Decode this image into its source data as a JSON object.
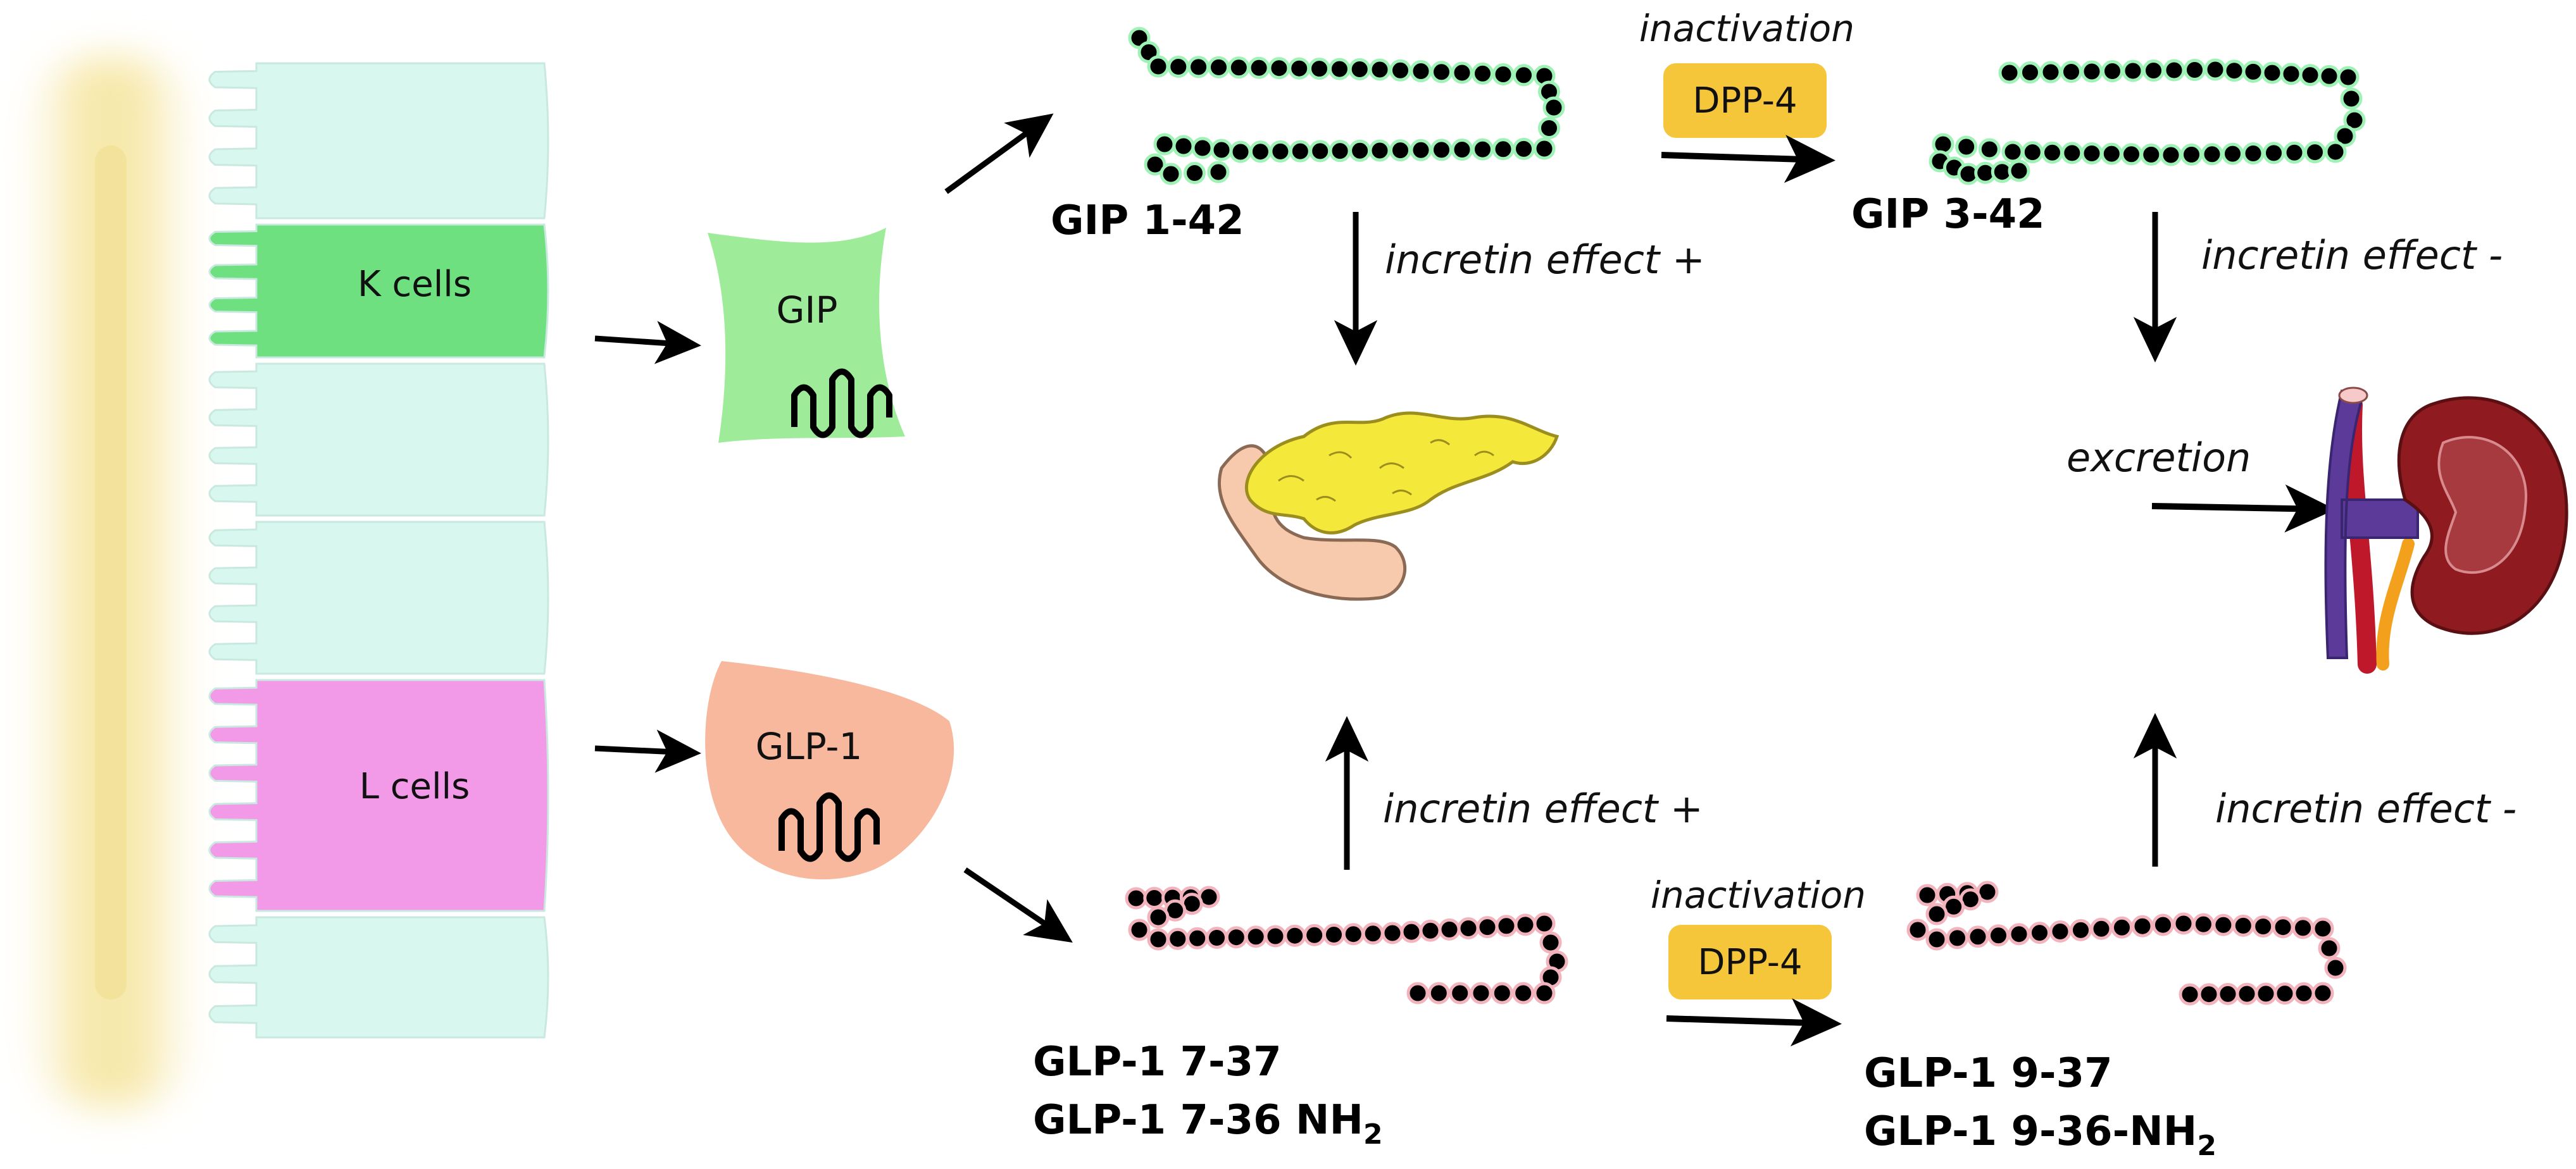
{
  "cells": {
    "k_label": "K cells",
    "l_label": "L cells",
    "k_color": "#6ee07f",
    "l_color": "#f29ae8",
    "epithelium_color": "#d8f7ef",
    "lumen_glow_color": "#f6e7a6"
  },
  "hormones": {
    "gip_label": "GIP",
    "glp1_label": "GLP-1",
    "gip_color": "#9eeb9a",
    "glp1_color": "#f7b89e"
  },
  "peptides": {
    "gip_active_label": "GIP 1-42",
    "gip_inactive_label": "GIP 3-42",
    "glp1_active_line1": "GLP-1 7-37",
    "glp1_active_line2_main": "GLP-1 7-36 NH",
    "glp1_active_line2_sub": "2",
    "glp1_inactive_line1": "GLP-1 9-37",
    "glp1_inactive_line2_main": "GLP-1 9-36-NH",
    "glp1_inactive_line2_sub": "2",
    "gip_halo_color": "#9ef2b5",
    "glp1_halo_color": "#f2b3bd"
  },
  "enzyme": {
    "top_caption": "inactivation",
    "bottom_caption": "inactivation",
    "top_label": "DPP-4",
    "bottom_label": "DPP-4",
    "color": "#f5c53a"
  },
  "effects": {
    "gip_active": "incretin effect +",
    "gip_inactive": "incretin effect -",
    "glp1_active": "incretin effect +",
    "glp1_inactive": "incretin effect -"
  },
  "excretion_label": "excretion"
}
